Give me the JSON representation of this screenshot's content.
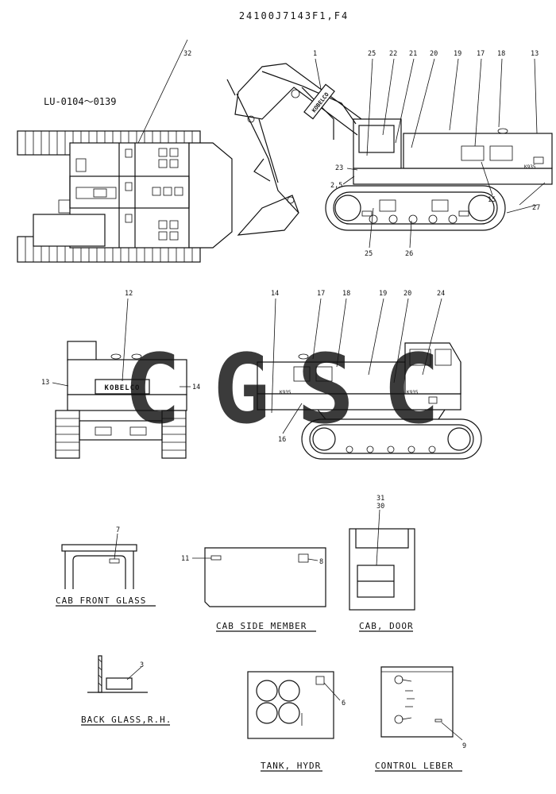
{
  "drawing_number": "24100J7143F1,F4",
  "serial_range": "LU-0104～0139",
  "logo_text": "KOBELCO",
  "model_badge": "K935",
  "captions": {
    "cab_front_glass": "CAB FRONT GLASS",
    "cab_side_member": "CAB SIDE MEMBER",
    "cab_door": "CAB, DOOR",
    "back_glass_rh": "BACK GLASS,R.H.",
    "tank_hydr": "TANK, HYDR",
    "control_leber": "CONTROL LEBER"
  },
  "callouts": {
    "top_view": [
      "32"
    ],
    "side_top_row": [
      "1",
      "25",
      "22",
      "21",
      "20",
      "19",
      "17",
      "18",
      "13"
    ],
    "side_left": [
      "23",
      "2,5"
    ],
    "side_right": [
      "15",
      "27"
    ],
    "side_bottom": [
      "25",
      "26"
    ],
    "rear_view": [
      "12",
      "13",
      "14"
    ],
    "side_view_2_top": [
      "14",
      "17",
      "18",
      "19",
      "20",
      "24"
    ],
    "side_view_2_bottom": [
      "16"
    ],
    "cab_front_glass": [
      "7"
    ],
    "cab_side_member": [
      "11",
      "8"
    ],
    "cab_door": [
      "31",
      "30"
    ],
    "back_glass_rh": [
      "3"
    ],
    "tank_hydr": [
      "6"
    ],
    "control_leber": [
      "9"
    ]
  },
  "watermark": {
    "letters": [
      "C",
      "G",
      "S",
      "C"
    ],
    "colors": [
      "#4a8ff0",
      "#f07c72",
      "#f5d13a",
      "#3ab36b"
    ]
  }
}
